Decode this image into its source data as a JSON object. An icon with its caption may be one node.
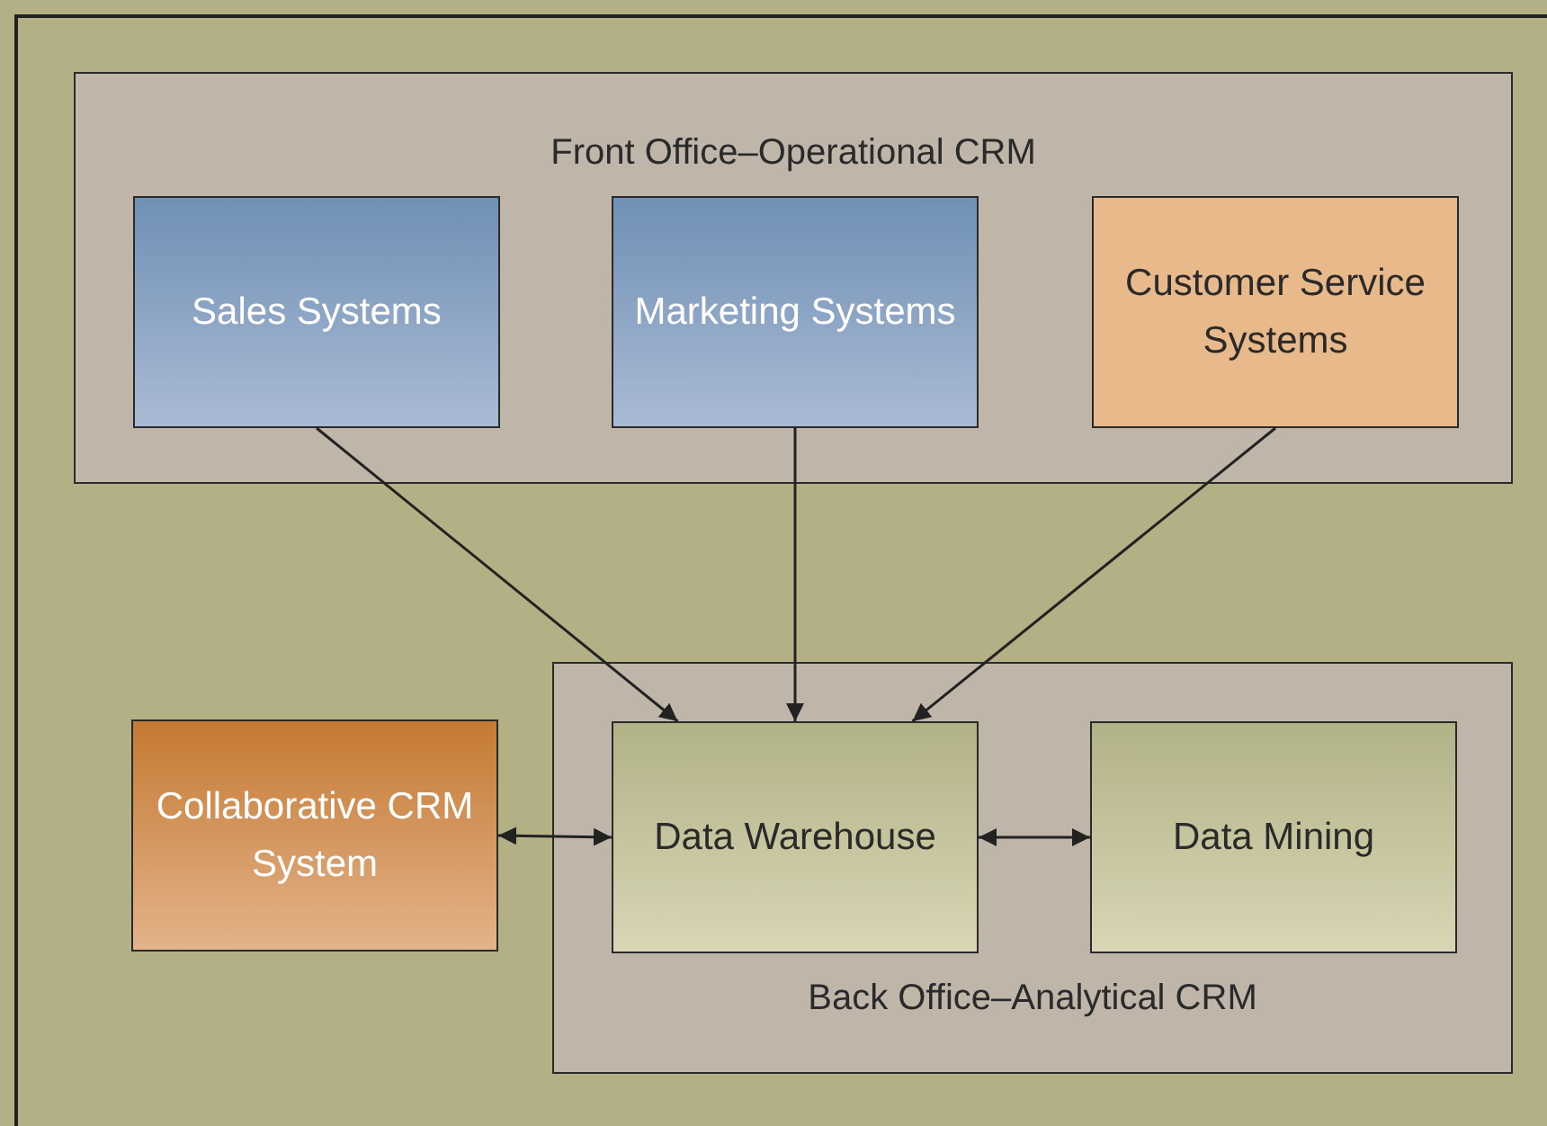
{
  "diagram": {
    "nodes": [
      {
        "text": [
          "Front Office–Operational CRM"
        ]
      },
      {
        "text": [
          "Sales Systems"
        ],
        "in": 0
      },
      {
        "text": [
          "Marketing Systems"
        ],
        "in": 0
      },
      {
        "text": [
          "Customer Service Systems"
        ],
        "in": 0
      },
      {
        "text": [
          "Collaborative CRM System"
        ]
      },
      {
        "text": [
          "Back Office–Analytical CRM"
        ]
      },
      {
        "text": [
          "Data Warehouse"
        ],
        "in": 5
      },
      {
        "text": [
          "Data Mining"
        ],
        "in": 5
      }
    ],
    "edges": [
      {
        "from": 1,
        "to": 6,
        "arrow": "to"
      },
      {
        "from": 2,
        "to": 6,
        "arrow": "to"
      },
      {
        "from": 3,
        "to": 6,
        "arrow": "to"
      },
      {
        "from": 4,
        "to": 6,
        "arrow": "both"
      },
      {
        "from": 6,
        "to": 7,
        "arrow": "both"
      }
    ]
  }
}
